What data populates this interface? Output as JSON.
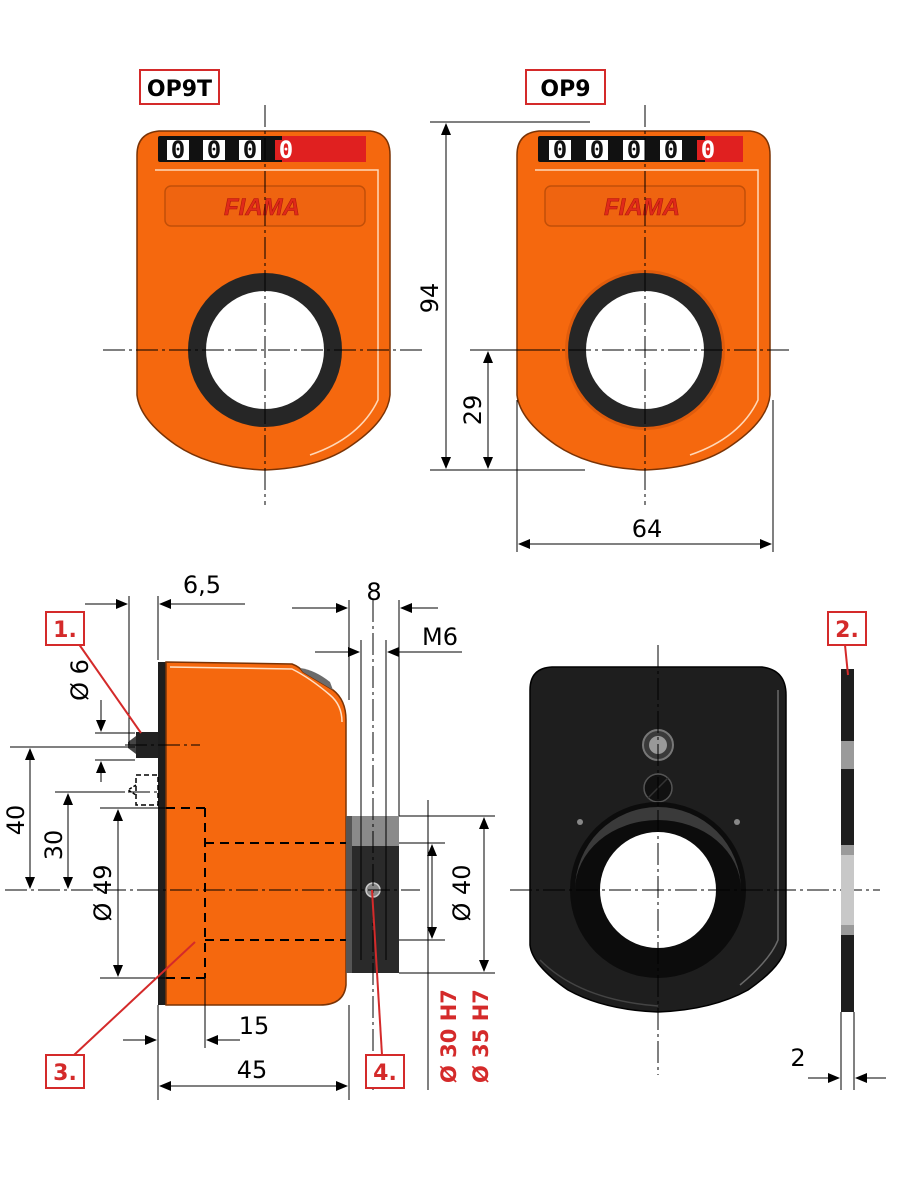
{
  "colors": {
    "body_orange": "#f5680e",
    "body_shadow": "#d4530a",
    "dark": "#1e1e1e",
    "callout_red": "#d42a2a",
    "white": "#ffffff"
  },
  "views": {
    "op9t": {
      "label": "OP9T",
      "counter_digits": [
        "0",
        "0",
        "0",
        "0"
      ],
      "brand": "FIAMA"
    },
    "op9": {
      "label": "OP9",
      "counter_digits": [
        "0",
        "0",
        "0",
        "0",
        "0"
      ],
      "brand": "FIAMA"
    }
  },
  "dimensions": {
    "height_94": "94",
    "height_29": "29",
    "width_64": "64",
    "d_6_5": "6,5",
    "d_8": "8",
    "d_m6": "M6",
    "d_phi6": "Ø 6",
    "d_40_left": "40",
    "d_30": "30",
    "d_phi49": "Ø 49",
    "d_phi40": "Ø 40",
    "d_15": "15",
    "d_45": "45",
    "d_2": "2",
    "fit_30": "Ø 30 H7",
    "fit_35": "Ø 35 H7"
  },
  "callouts": [
    "1.",
    "2.",
    "3.",
    "4."
  ]
}
